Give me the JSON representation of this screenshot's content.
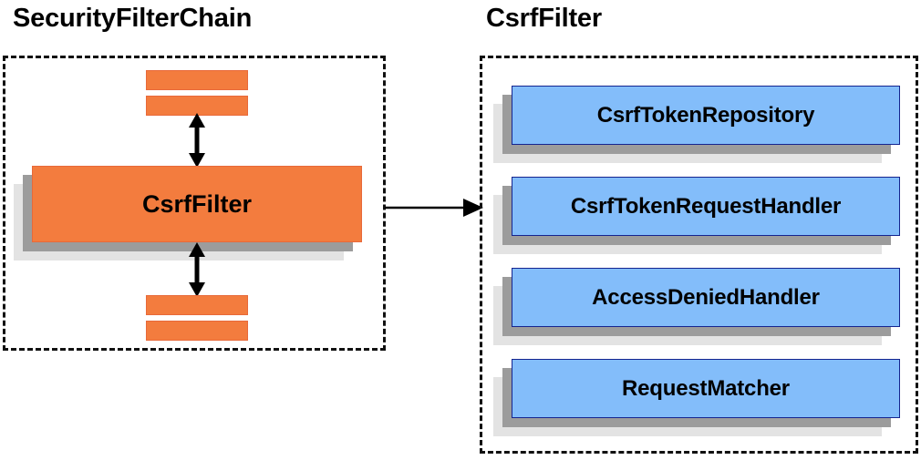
{
  "diagram": {
    "type": "architecture-block-diagram",
    "panels": [
      {
        "id": "security-filter-chain",
        "title": "SecurityFilterChain",
        "border_style": "dashed",
        "border_color": "#111111",
        "highlight_block": {
          "label": "CsrfFilter",
          "fill": "#f37c3e",
          "border": "#e8693a"
        },
        "peer_bars_above": 2,
        "peer_bars_below": 2,
        "connectors": [
          {
            "from": "filters-above",
            "to": "CsrfFilter",
            "style": "double-headed-vertical"
          },
          {
            "from": "CsrfFilter",
            "to": "filters-below",
            "style": "double-headed-vertical"
          }
        ]
      },
      {
        "id": "csrf-filter-detail",
        "title": "CsrfFilter",
        "border_style": "dashed",
        "border_color": "#111111",
        "components": [
          {
            "label": "CsrfTokenRepository",
            "fill": "#83bdfa",
            "border": "#14248f"
          },
          {
            "label": "CsrfTokenRequestHandler",
            "fill": "#83bdfa",
            "border": "#14248f"
          },
          {
            "label": "AccessDeniedHandler",
            "fill": "#83bdfa",
            "border": "#14248f"
          },
          {
            "label": "RequestMatcher",
            "fill": "#83bdfa",
            "border": "#14248f"
          }
        ]
      }
    ],
    "cross_panel_connector": {
      "from": "security-filter-chain",
      "to": "csrf-filter-detail",
      "style": "single-headed-arrow-right",
      "color": "#000000"
    },
    "colors": {
      "orange_fill": "#f37c3e",
      "orange_border": "#e8693a",
      "blue_fill": "#83bdfa",
      "blue_border": "#14248f",
      "shadow_dark": "#9c9c9c",
      "shadow_light": "#e3e3e3",
      "background": "#ffffff",
      "text": "#000000"
    }
  }
}
